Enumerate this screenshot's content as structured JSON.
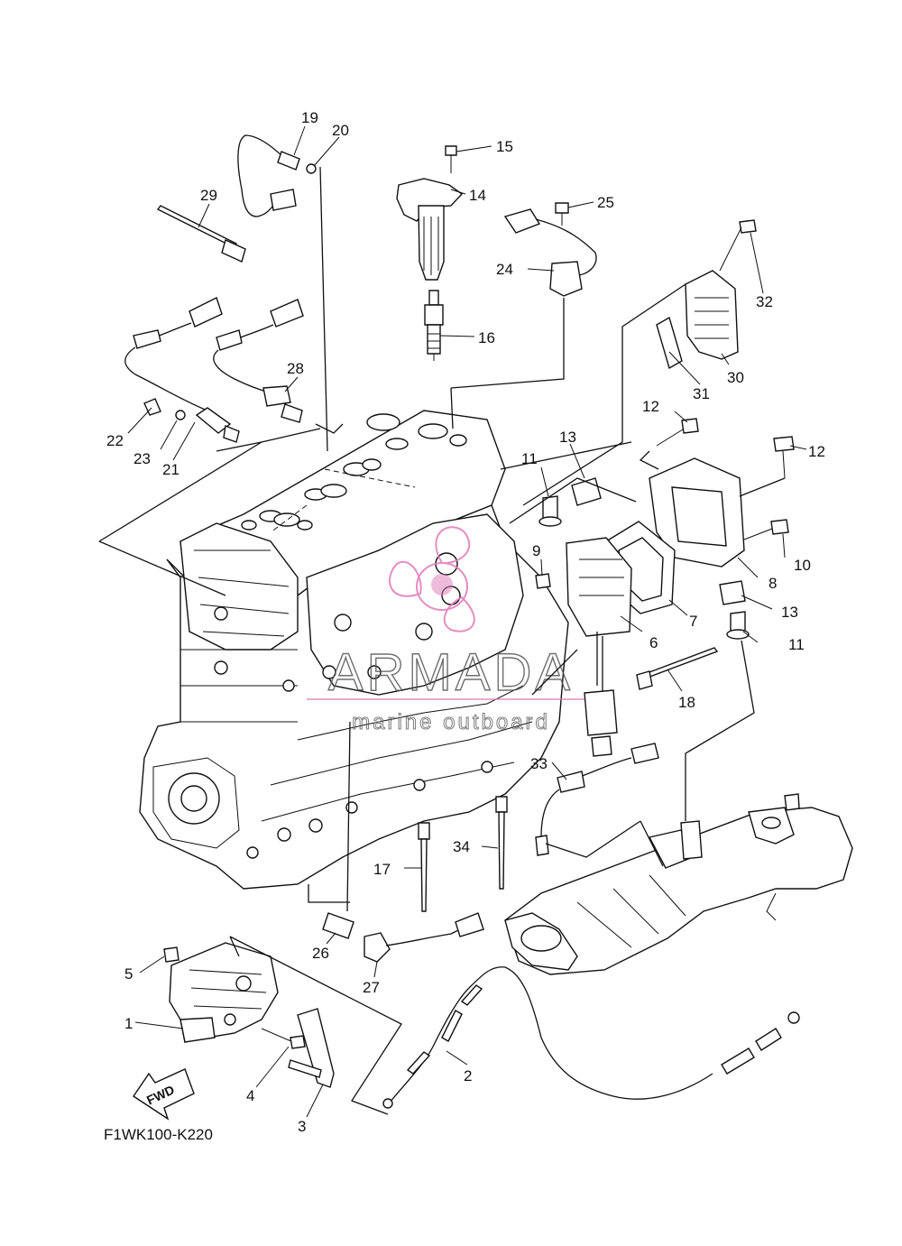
{
  "diagram": {
    "code": "F1WK100-K220",
    "fwd_label": "FWD",
    "watermark": {
      "title": "ARMADA",
      "subtitle": "marine outboard",
      "accent": "#e07ab8"
    },
    "callouts": {
      "c1": "1",
      "c2": "2",
      "c3": "3",
      "c4": "4",
      "c5": "5",
      "c6": "6",
      "c7": "7",
      "c8": "8",
      "c9": "9",
      "c10": "10",
      "c11a": "11",
      "c11b": "11",
      "c12a": "12",
      "c12b": "12",
      "c13a": "13",
      "c13b": "13",
      "c14": "14",
      "c15": "15",
      "c16": "16",
      "c17": "17",
      "c18": "18",
      "c19": "19",
      "c20": "20",
      "c21": "21",
      "c22": "22",
      "c23": "23",
      "c24": "24",
      "c25": "25",
      "c26": "26",
      "c27": "27",
      "c28": "28",
      "c29": "29",
      "c30": "30",
      "c31": "31",
      "c32": "32",
      "c33": "33",
      "c34": "34"
    }
  }
}
